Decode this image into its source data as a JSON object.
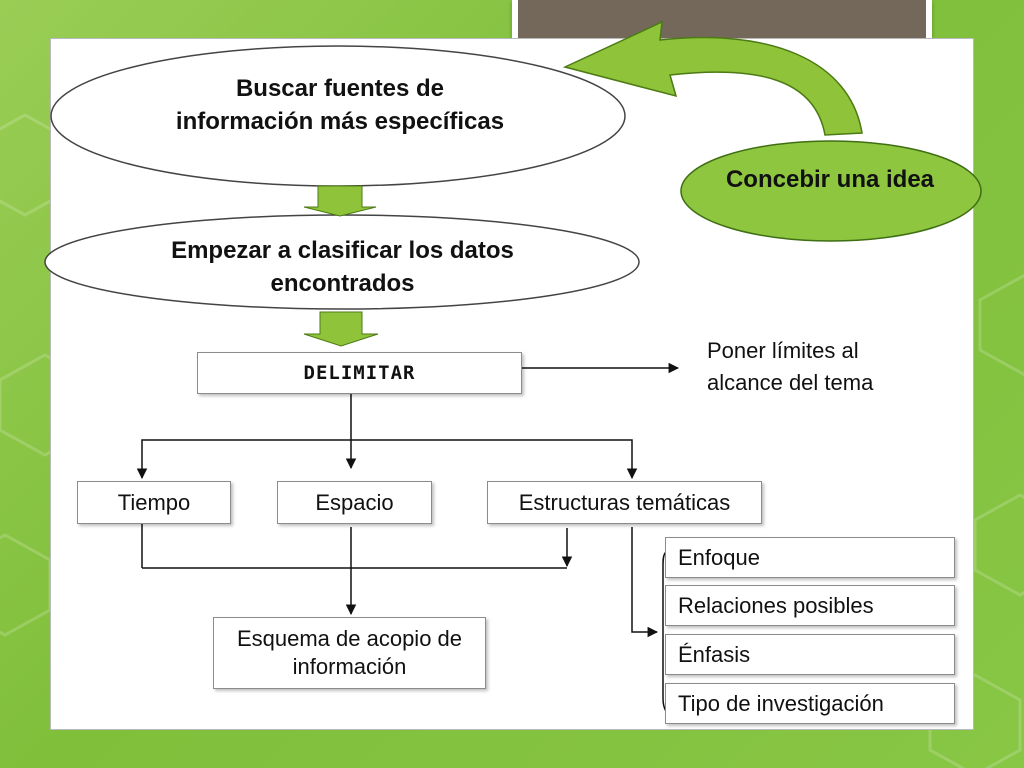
{
  "diagram": {
    "ovals": {
      "buscar": "Buscar fuentes de información más específicas",
      "empezar": "Empezar a clasificar los datos encontrados",
      "concebir": "Concebir una idea"
    },
    "boxes": {
      "delimitar": "DELIMITAR",
      "tiempo": "Tiempo",
      "espacio": "Espacio",
      "estructuras": "Estructuras temáticas",
      "esquema": "Esquema de acopio de información"
    },
    "note": "Poner límites al alcance del tema",
    "subitems": [
      "Enfoque",
      "Relaciones posibles",
      "Énfasis",
      "Tipo de investigación"
    ]
  },
  "colors": {
    "background_green": "#8fc84a",
    "arrow_green": "#8fc43a",
    "oval_green": "#8ec63f",
    "card_brown": "#74685a"
  }
}
